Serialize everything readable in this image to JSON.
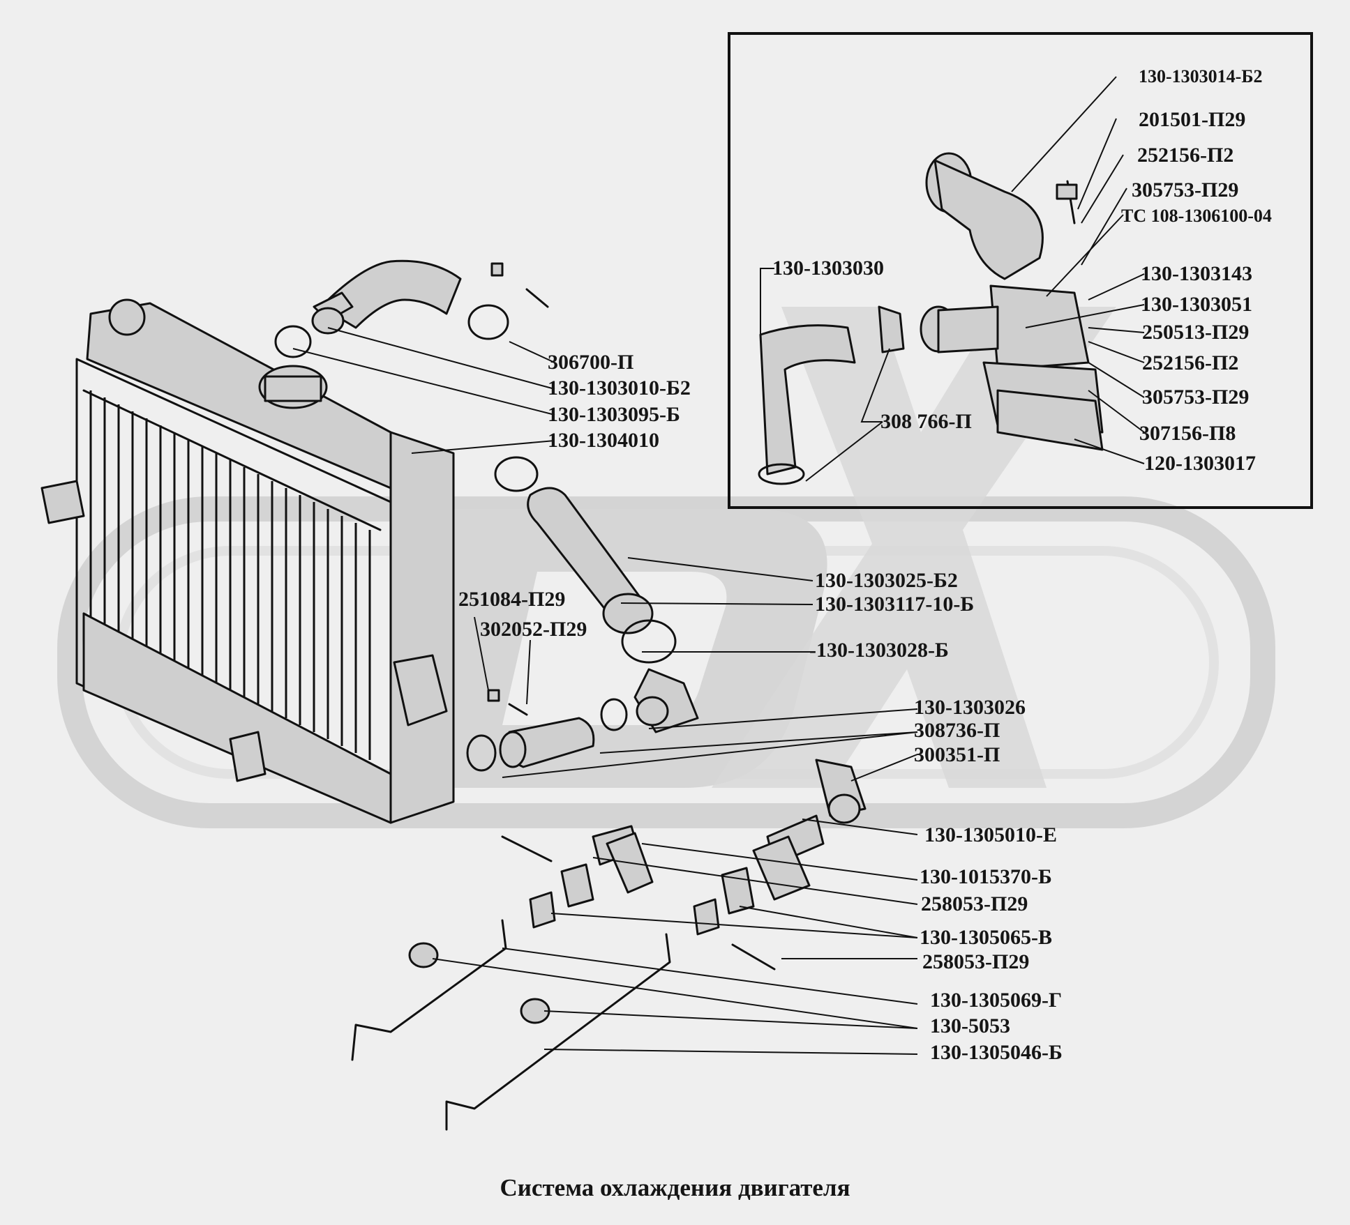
{
  "diagram": {
    "caption": "Система охлаждения двигателя",
    "watermark": "DEX",
    "colors": {
      "background": "#efefef",
      "ink": "#111111",
      "watermark": "#d6d6d6"
    },
    "labels": {
      "p130_1303014_B2": "130-1303014-Б2",
      "p201501_P29": "201501-П29",
      "p252156_P2_top": "252156-П2",
      "p305753_P29_top": "305753-П29",
      "pTC108": "ТС 108-1306100-04",
      "p130_1303030": "130-1303030",
      "p130_1303143": "130-1303143",
      "p130_1303051": "130-1303051",
      "p250513_P29": "250513-П29",
      "p252156_P2_mid": "252156-П2",
      "p305753_P29_mid": "305753-П29",
      "p307156_P8": "307156-П8",
      "p120_1303017": "120-1303017",
      "p308_766_P": "308 766-П",
      "p306700_P": "306700-П",
      "p130_1303010_B2": "130-1303010-Б2",
      "p130_1303095_B": "130-1303095-Б",
      "p130_1304010": "130-1304010",
      "p130_1303025_B2": "130-1303025-Б2",
      "p130_1303117_10_B": "130-1303117-10-Б",
      "p251084_P29": "251084-П29",
      "p302052_P29": "302052-П29",
      "p130_1303028_B": "-130-1303028-Б",
      "p130_1303026": "130-1303026",
      "p308736_P": "308736-П",
      "p300351_P": "300351-П",
      "p130_1305010_E": "130-1305010-Е",
      "p130_1015370_B": "130-1015370-Б",
      "p258053_P29_a": "258053-П29",
      "p130_1305065_V": "130-1305065-В",
      "p258053_P29_b": "258053-П29",
      "p130_1305069_G": "130-1305069-Г",
      "p130_5053": "130-5053",
      "p130_1305046_B": "130-1305046-Б"
    }
  }
}
